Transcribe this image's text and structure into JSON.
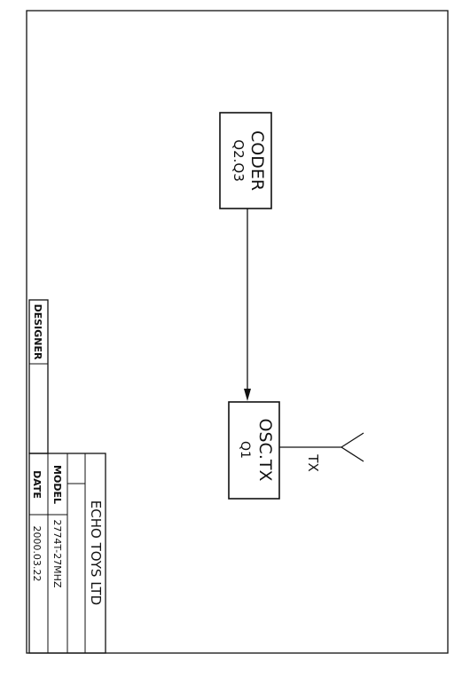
{
  "blocks": {
    "coder": {
      "title": "CODER",
      "sub": "Q2.Q3"
    },
    "osc": {
      "title": "OSC.TX",
      "sub": "Q1"
    }
  },
  "antenna_label": "TX",
  "title_block": {
    "company": "ECHO TOYS LTD",
    "model_label": "MODEL",
    "model_value": "2774T-27MHZ",
    "date_label": "DATE",
    "date_value": "2000.03.22",
    "designer_label": "DESIGNER"
  }
}
